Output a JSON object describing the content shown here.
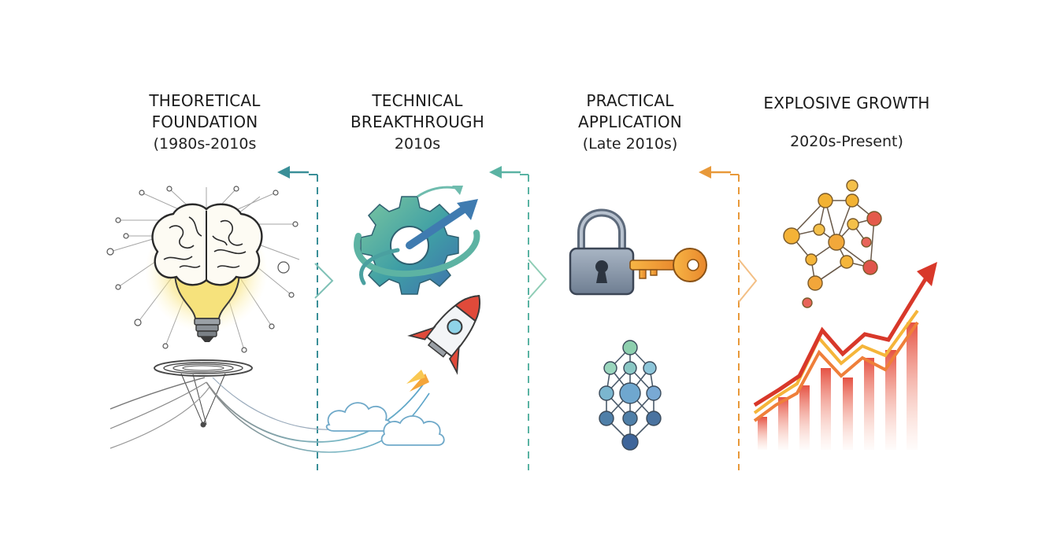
{
  "stages": [
    {
      "title_lines": [
        "THEORETICAL",
        "FOUNDATION"
      ],
      "date": "(1980s-2010s",
      "icons": [
        "brain-lightbulb-icon",
        "spiral-vortex-icon"
      ],
      "accent": "#3a8f98"
    },
    {
      "title_lines": [
        "TECHNICAL",
        "BREAKTHROUGH"
      ],
      "date": "2010s",
      "icons": [
        "gear-arrow-icon",
        "rocket-icon",
        "cloud-icon"
      ],
      "accent": "#5ab3a3"
    },
    {
      "title_lines": [
        "PRACTICAL",
        "APPLICATION"
      ],
      "date": "(Late 2010s)",
      "icons": [
        "padlock-icon",
        "key-icon",
        "neural-network-icon"
      ],
      "accent": "#e8993a"
    },
    {
      "title_lines": [
        "EXPLOSIVE GROWTH"
      ],
      "date": "2020s-Present)",
      "icons": [
        "network-graph-icon",
        "growth-chart-icon"
      ],
      "accent": "#d8382a"
    }
  ],
  "colors": {
    "teal_dark": "#3a8f98",
    "teal_light": "#6fbcae",
    "orange": "#e8993a",
    "red": "#d8382a",
    "gold": "#f2b233",
    "lock_gray": "#8a97a8",
    "node_blue": "#4f7fa8"
  }
}
